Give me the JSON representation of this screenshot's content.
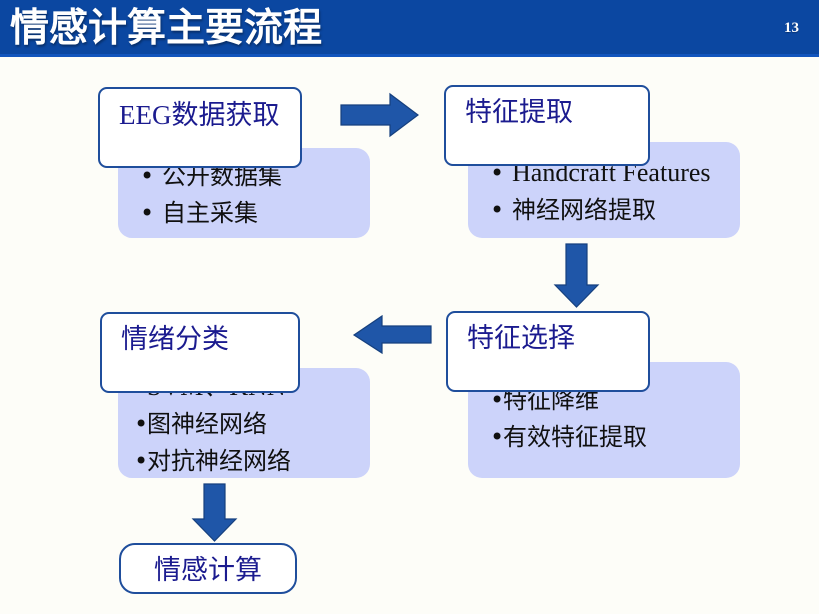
{
  "header": {
    "title": "情感计算主要流程",
    "page_number": "13",
    "bar_color": "#0b47a1",
    "title_color": "#ffffff"
  },
  "slide": {
    "background_color": "#fdfdf8",
    "box_border_color": "#1f4e9c",
    "box_title_color": "#1b1b8f",
    "detail_fill_color": "#ccd3fa",
    "arrow_color": "#1f56a8"
  },
  "nodes": [
    {
      "id": "eeg-acquisition",
      "title": "EEG数据获取",
      "items": [
        "公开数据集",
        "自主采集"
      ],
      "bullet": "•"
    },
    {
      "id": "feature-extraction",
      "title": "特征提取",
      "items": [
        "Handcraft Features",
        "神经网络提取"
      ],
      "bullet": "•"
    },
    {
      "id": "feature-selection",
      "title": "特征选择",
      "items": [
        "特征降维",
        "有效特征提取"
      ],
      "bullet": "•"
    },
    {
      "id": "emotion-classification",
      "title": "情绪分类",
      "items": [
        "SVM、KNN",
        "图神经网络",
        "对抗神经网络"
      ],
      "bullet": "•"
    },
    {
      "id": "affective-computing",
      "title": "情感计算"
    }
  ],
  "arrows": [
    {
      "id": "arrow-eeg-to-extraction",
      "direction": "right"
    },
    {
      "id": "arrow-extraction-to-selection",
      "direction": "down"
    },
    {
      "id": "arrow-selection-to-classification",
      "direction": "left"
    },
    {
      "id": "arrow-classification-to-computing",
      "direction": "down"
    }
  ]
}
